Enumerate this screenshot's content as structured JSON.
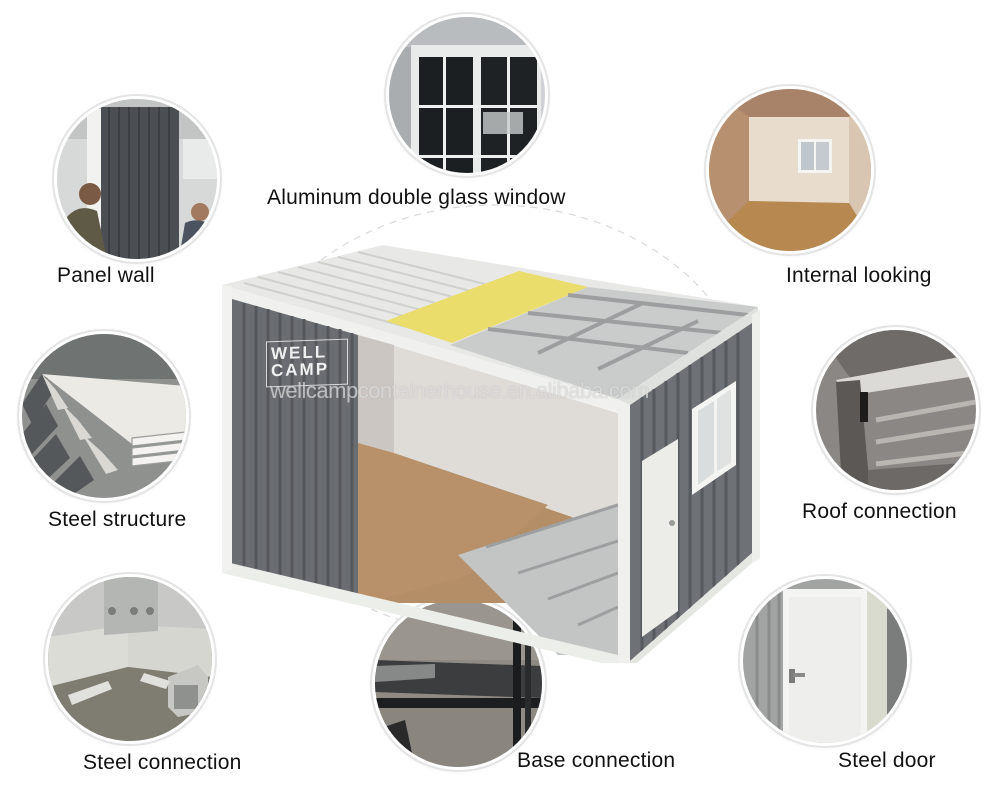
{
  "features": [
    {
      "id": "window",
      "label": "Aluminum double glass window",
      "icon": "window-photo"
    },
    {
      "id": "panel-wall",
      "label": "Panel wall",
      "icon": "panel-wall-photo"
    },
    {
      "id": "internal",
      "label": "Internal looking",
      "icon": "interior-photo"
    },
    {
      "id": "steel-structure",
      "label": "Steel structure",
      "icon": "steel-structure-photo"
    },
    {
      "id": "roof-connection",
      "label": "Roof connection",
      "icon": "roof-connection-photo"
    },
    {
      "id": "steel-connection",
      "label": "Steel connection",
      "icon": "steel-connection-photo"
    },
    {
      "id": "base-connection",
      "label": "Base connection",
      "icon": "base-connection-photo"
    },
    {
      "id": "steel-door",
      "label": "Steel door",
      "icon": "steel-door-photo"
    }
  ],
  "product": {
    "brand_line1": "WELL",
    "brand_line2": "CAMP",
    "watermark": "wellcampcontainerhouse.en.alibaba.com"
  },
  "colors": {
    "panel_gray": "#6b6e72",
    "frame_white": "#eceeea",
    "insulation_yellow": "#e9dc6a",
    "floor_brown": "#b08a63",
    "ring_border": "#e4e4e4"
  }
}
